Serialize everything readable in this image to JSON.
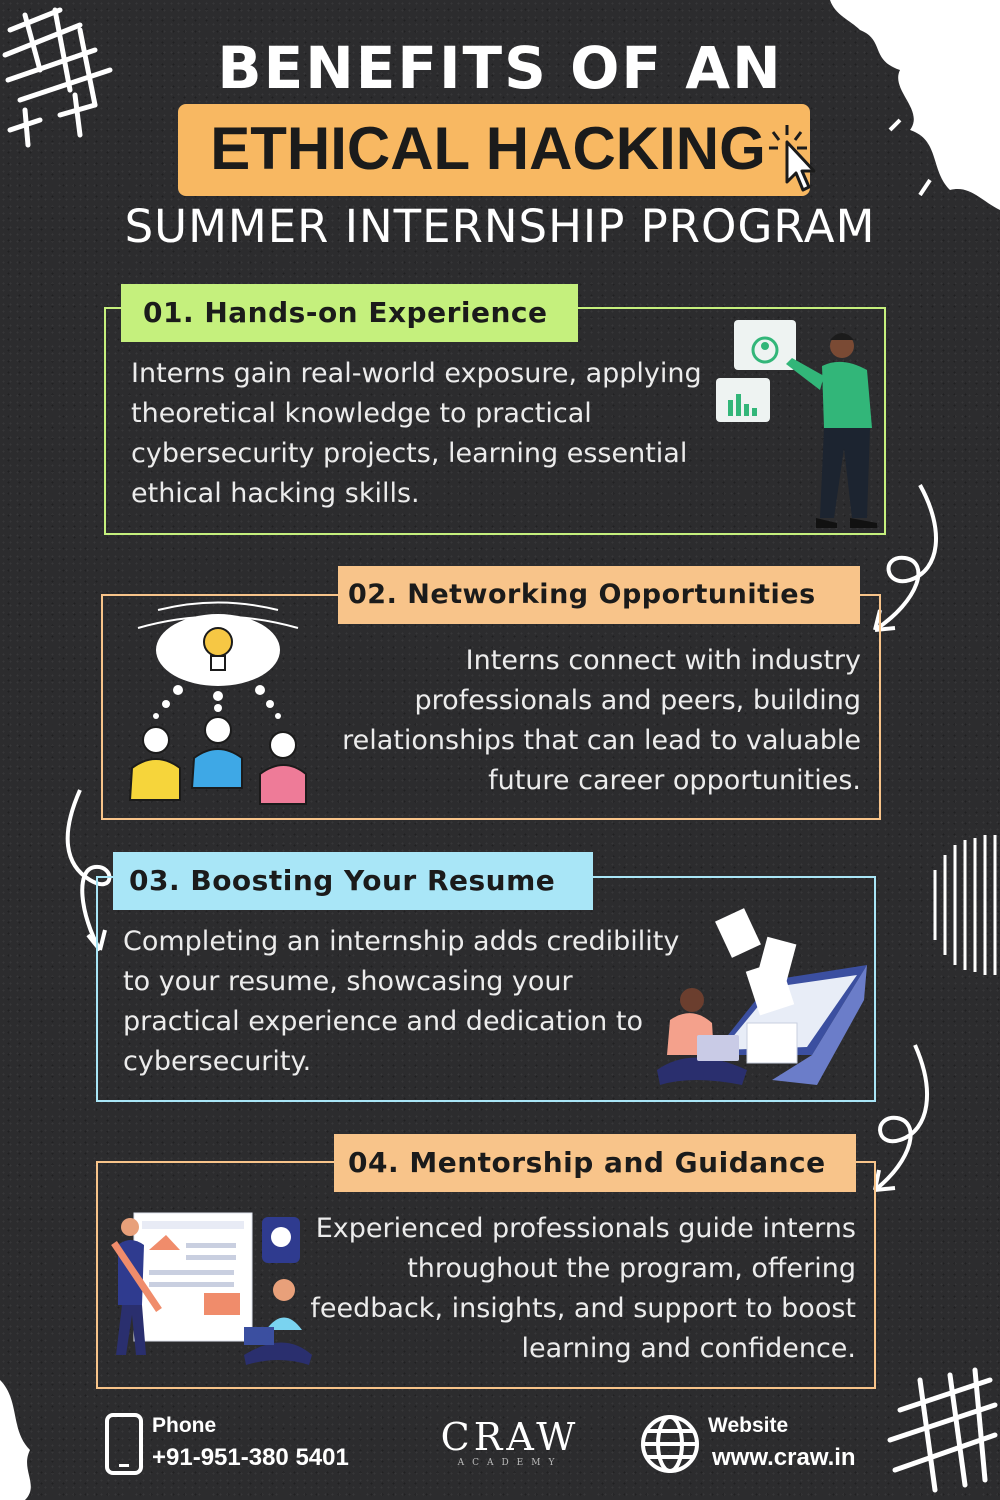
{
  "header": {
    "line1": "BENEFITS OF AN",
    "line2": "ETHICAL HACKING",
    "line3": "SUMMER INTERNSHIP PROGRAM"
  },
  "benefits": [
    {
      "title": "01. Hands-on Experience",
      "text": "Interns gain real-world exposure, applying theoretical knowledge to practical cybersecurity projects, learning essential ethical hacking skills.",
      "accent": "#c5f07d"
    },
    {
      "title": "02. Networking Opportunities",
      "text": "Interns connect with industry professionals and peers, building relationships that can lead to valuable future career opportunities.",
      "accent": "#f8c48a"
    },
    {
      "title": "03. Boosting Your Resume",
      "text": "Completing an internship adds credibility to your resume, showcasing your practical experience and dedication to cybersecurity.",
      "accent": "#a9e6f7"
    },
    {
      "title": "04. Mentorship and Guidance",
      "text": "Experienced professionals guide interns throughout the program, offering feedback, insights, and support to boost learning and confidence.",
      "accent": "#f8c48a"
    }
  ],
  "footer": {
    "phone_label": "Phone",
    "phone_number": "+91-951-380 5401",
    "brand": "CRAW",
    "brand_sub": "ACADEMY",
    "website_label": "Website",
    "website_url": "www.craw.in"
  },
  "icons": [
    "cursor-click-icon",
    "phone-icon",
    "globe-icon"
  ]
}
